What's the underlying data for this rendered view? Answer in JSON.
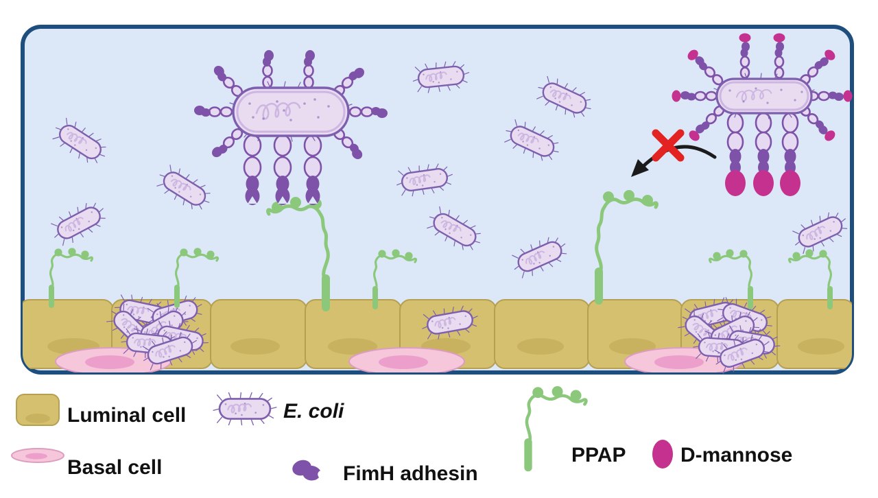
{
  "legend": {
    "luminal_cell": "Luminal cell",
    "basal_cell": "Basal cell",
    "e_coli": "E. coli",
    "fimh_adhesin": "FimH adhesin",
    "ppap": "PPAP",
    "d_mannose": "D-mannose"
  },
  "colors": {
    "panel_fill": "#dce8f7",
    "panel_border": "#1d4e7d",
    "luminal_fill": "#d5c06f",
    "luminal_stroke": "#b5a052",
    "luminal_nucleus": "#c8b260",
    "basal_fill": "#f6c6da",
    "basal_stroke": "#dd9dc0",
    "basal_nucleus": "#eb9fca",
    "ecoli_fill": "#e9dcf1",
    "ecoli_stroke": "#7e5fae",
    "ecoli_squiggle": "#cdb6e1",
    "pilus_fill": "#e6d9f2",
    "fimh_purple": "#7d52a8",
    "ppap_green": "#8cc87c",
    "d_mannose_magenta": "#c5318e",
    "blocked_x_red": "#e32222",
    "arrow_black": "#1b1b1b"
  }
}
